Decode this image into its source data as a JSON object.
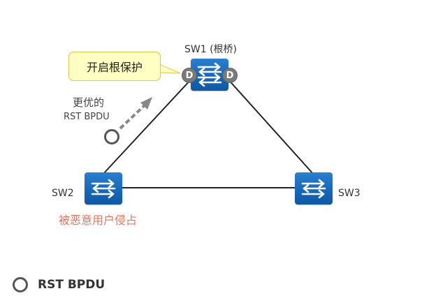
{
  "nodes": {
    "sw1": {
      "label": "SW1 (根桥)"
    },
    "sw2": {
      "label": "SW2",
      "status": "被恶意用户侵占"
    },
    "sw3": {
      "label": "SW3"
    }
  },
  "ports": {
    "left": "D",
    "right": "D"
  },
  "callout": {
    "text": "开启根保护"
  },
  "bpdu_note": {
    "line1": "更优的",
    "line2": "RST BPDU"
  },
  "legend": {
    "text": "RST BPDU"
  },
  "colors": {
    "switch": "#1466b8",
    "port": "#7a7a7a",
    "callout_fill": "#ffffc4",
    "callout_border": "#e1c84a",
    "warning_text": "#e8735f",
    "arrow": "#888888"
  }
}
